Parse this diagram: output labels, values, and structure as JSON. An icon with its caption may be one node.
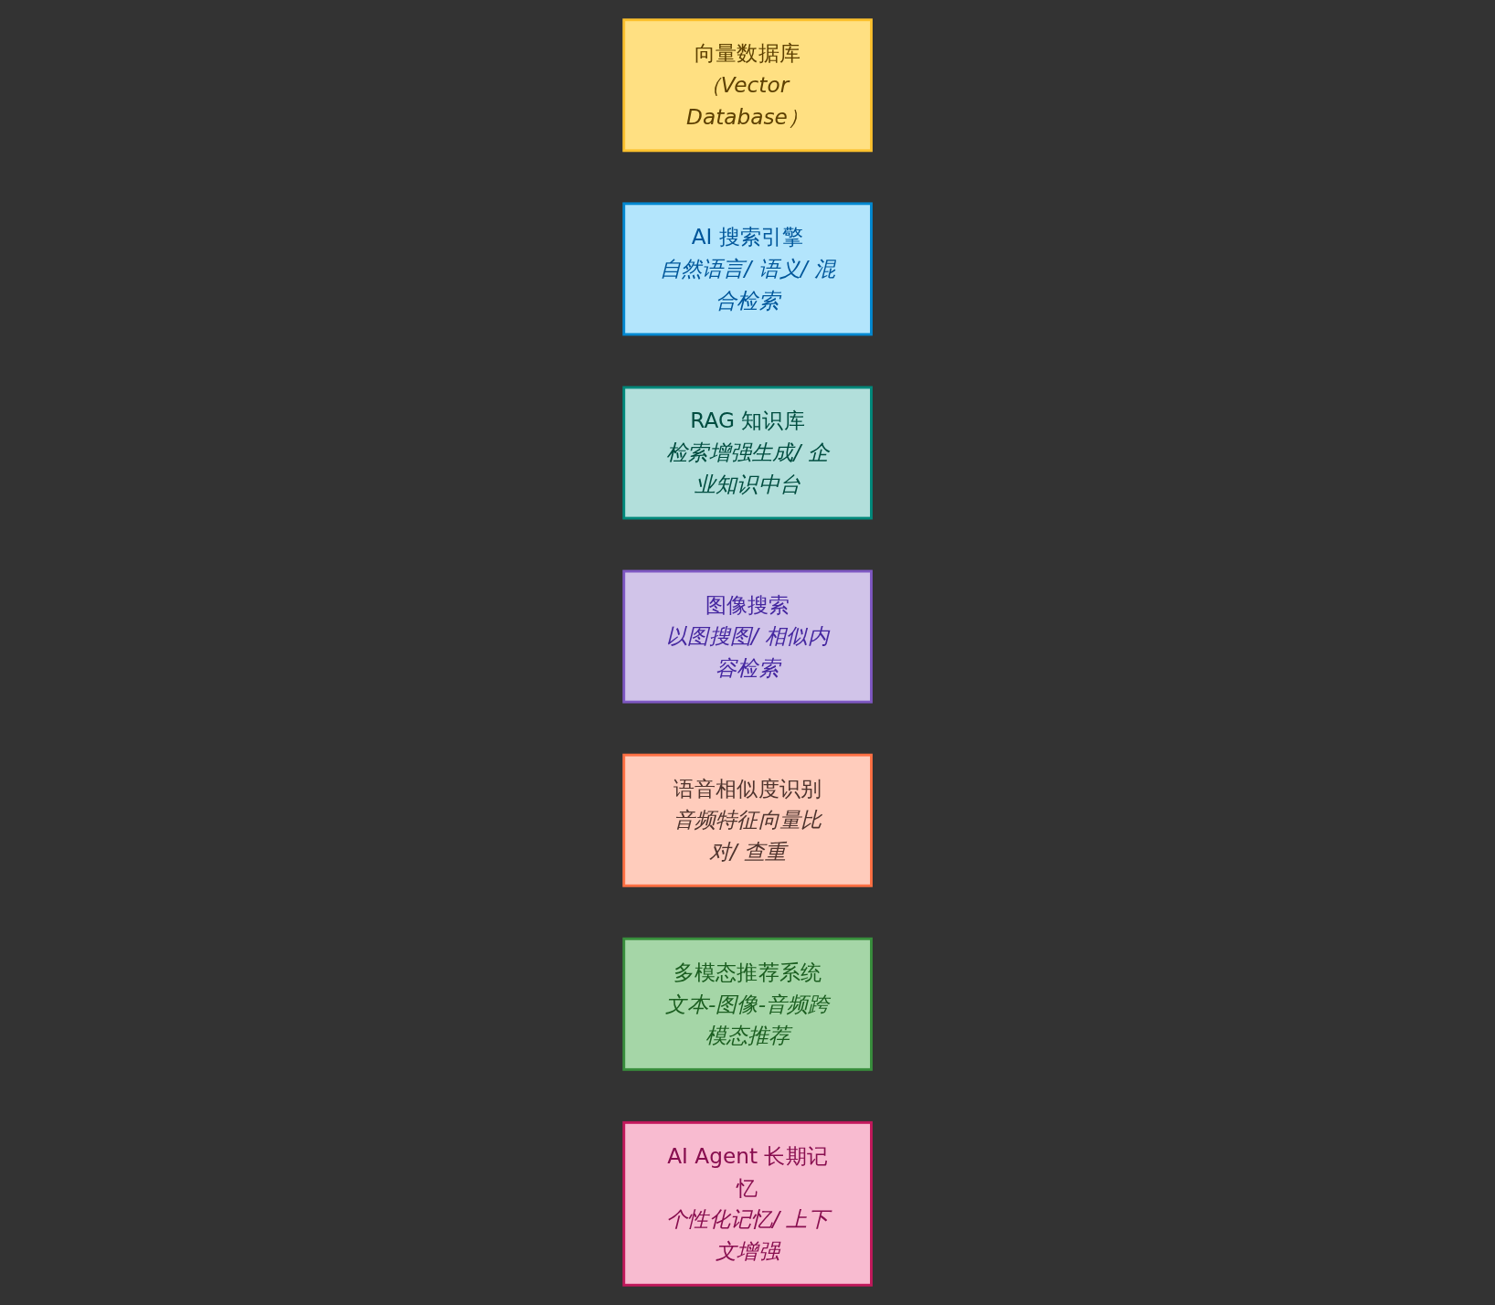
{
  "diagram": {
    "nodes": [
      {
        "text": [
          "向量数据库",
          "（Vector Database）"
        ]
      },
      {
        "text": [
          "AI 搜索引擎",
          "自然语言/ 语义/ 混合检索"
        ]
      },
      {
        "text": [
          "RAG 知识库",
          "检索增强生成/ 企业知识中台"
        ]
      },
      {
        "text": [
          "图像搜索",
          "以图搜图/ 相似内容检索"
        ]
      },
      {
        "text": [
          "语音相似度识别",
          "音频特征向量比对/ 查重"
        ]
      },
      {
        "text": [
          "多模态推荐系统",
          "文本-图像-音频跨模态推荐"
        ]
      },
      {
        "text": [
          "AI Agent 长期记忆",
          "个性化记忆/ 上下文增强"
        ]
      }
    ]
  }
}
